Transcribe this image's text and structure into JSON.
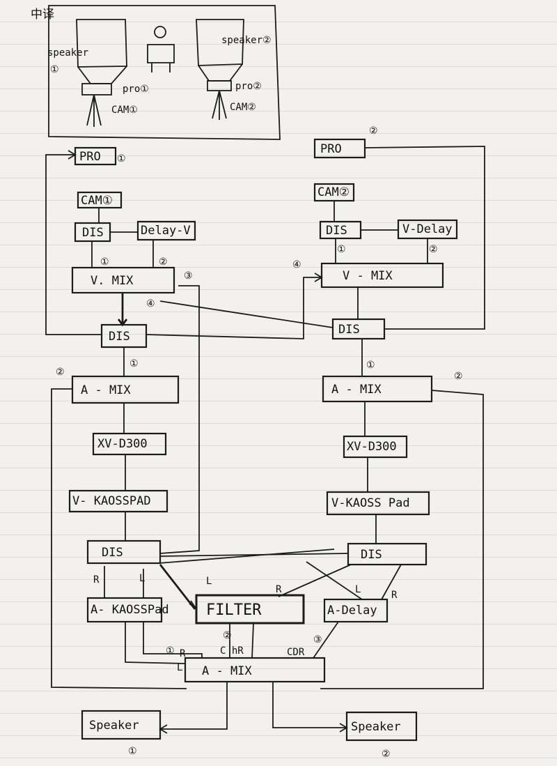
{
  "header_label": "中译",
  "venue": {
    "speaker_left": "speaker",
    "speaker_left_num": "①",
    "speaker_right": "speaker②",
    "pro_left": "pro①",
    "pro_right": "pro②",
    "cam_left": "CAM①",
    "cam_right": "CAM②"
  },
  "left_chain": {
    "pro": "PRO",
    "pro_num": "①",
    "cam": "CAM①",
    "dis_top": "DIS",
    "vdelay": "Delay-V",
    "v_mix": "V. MIX",
    "dis_mid": "DIS",
    "a_mix": "A - MIX",
    "xv": "XV-D300",
    "kaoss": "V- KAOSSPAD",
    "dis_bottom": "DIS",
    "a_kaoss": "A- KAOSSPad"
  },
  "right_chain": {
    "pro": "PRO",
    "pro_num": "②",
    "cam": "CAM②",
    "dis_top": "DIS",
    "vdelay": "V-Delay",
    "v_mix": "V - MIX",
    "dis_mid": "DIS",
    "a_mix": "A - MIX",
    "xv": "XV-D300",
    "kaoss": "V-KAOSS Pad",
    "dis_bottom": "DIS",
    "a_delay": "A-Delay"
  },
  "center": {
    "filter": "FILTER",
    "a_mix_final": "A - MIX"
  },
  "outputs": {
    "speaker1": "Speaker",
    "speaker1_num": "①",
    "speaker2": "Speaker",
    "speaker2_num": "②"
  },
  "port_labels": {
    "n1": "①",
    "n2": "②",
    "n3": "③",
    "n4": "④",
    "L": "L",
    "R": "R",
    "CDR": "CDR",
    "ChR": "C hR"
  }
}
